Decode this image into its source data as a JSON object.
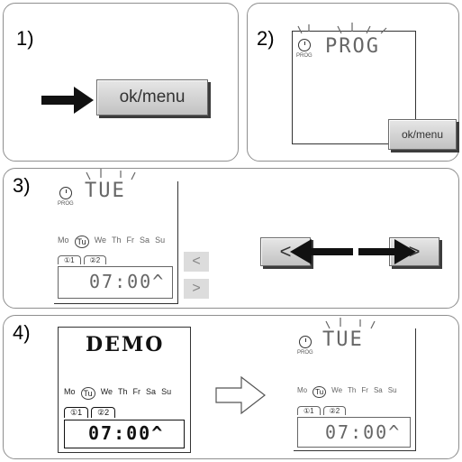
{
  "steps": [
    {
      "number": "1)",
      "button": "ok/menu"
    },
    {
      "number": "2)",
      "display": "PROG",
      "prog_label": "PROG",
      "button": "ok/menu"
    },
    {
      "number": "3)",
      "display": "TUE",
      "prog_label": "PROG",
      "days": [
        "Mo",
        "Tu",
        "We",
        "Th",
        "Fr",
        "Sa",
        "Su"
      ],
      "selected_day": "Tu",
      "tabs": [
        "①1",
        "②2"
      ],
      "time": "07:00^",
      "nav_left": "<",
      "nav_right": ">"
    },
    {
      "number": "4)",
      "left_display": "DEMO",
      "days": [
        "Mo",
        "Tu",
        "We",
        "Th",
        "Fr",
        "Sa",
        "Su"
      ],
      "selected_day": "Tu",
      "tabs": [
        "①1",
        "②2"
      ],
      "time": "07:00^",
      "right_display": "TUE",
      "prog_label": "PROG"
    }
  ],
  "colors": {
    "panel_border": "#8f8f8f",
    "arrow": "#111111",
    "button_face": "#d2d2d2"
  }
}
